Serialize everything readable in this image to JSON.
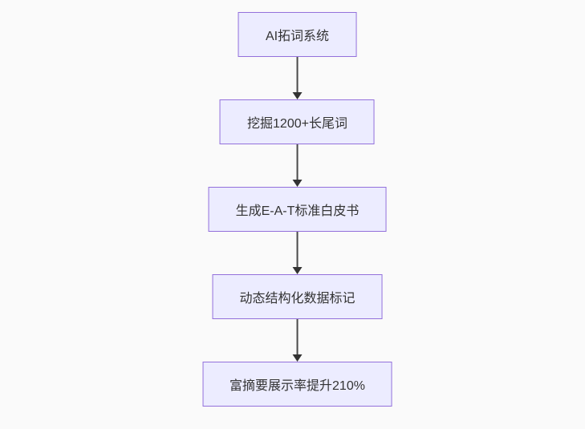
{
  "page": {
    "background_color": "#fafafa"
  },
  "flowchart": {
    "type": "vertical-flowchart",
    "node_fill_color": "#ECECFF",
    "node_border_color": "#9370DB",
    "node_text_color": "#333333",
    "arrow_color": "#333333",
    "nodes": [
      {
        "label": "AI拓词系统"
      },
      {
        "label": "挖掘1200+长尾词"
      },
      {
        "label": "生成E-A-T标准白皮书"
      },
      {
        "label": "动态结构化数据标记"
      },
      {
        "label": "富摘要展示率提升210%"
      }
    ]
  }
}
